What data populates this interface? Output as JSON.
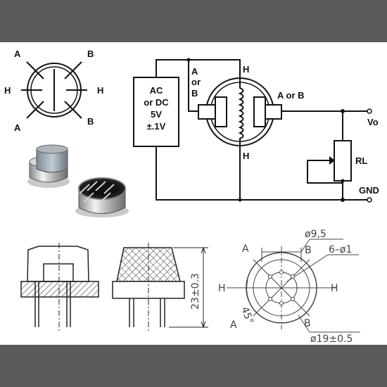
{
  "pinout": {
    "pin_a_top": "A",
    "pin_b_top": "B",
    "pin_h_left": "H",
    "pin_h_right": "H",
    "pin_a_bottom": "A",
    "pin_b_bottom": "B"
  },
  "circuit": {
    "supply_line1": "AC",
    "supply_line2": "or DC",
    "supply_line3": "5V",
    "supply_line4": "±.1V",
    "left_label_line1": "A",
    "left_label_line2": "or",
    "left_label_line3": "B",
    "heater_top": "H",
    "heater_bottom": "H",
    "right_label": "A or B",
    "output_label": "Vo",
    "load_label": "RL",
    "ground_label": "GND"
  },
  "drawing": {
    "height_dim": "23±0.3",
    "top_dia": "ø9,5",
    "pin_count": "6–ø1",
    "base_dia": "ø19±0.5",
    "angle": "45°",
    "pin_a_top": "A",
    "pin_b_top": "B",
    "pin_h_left": "H",
    "pin_h_right": "H",
    "pin_a_bottom": "A",
    "pin_b_bottom": "B"
  },
  "colors": {
    "band": "#5a5a5a",
    "line": "#111111",
    "dim_line": "#444444"
  }
}
